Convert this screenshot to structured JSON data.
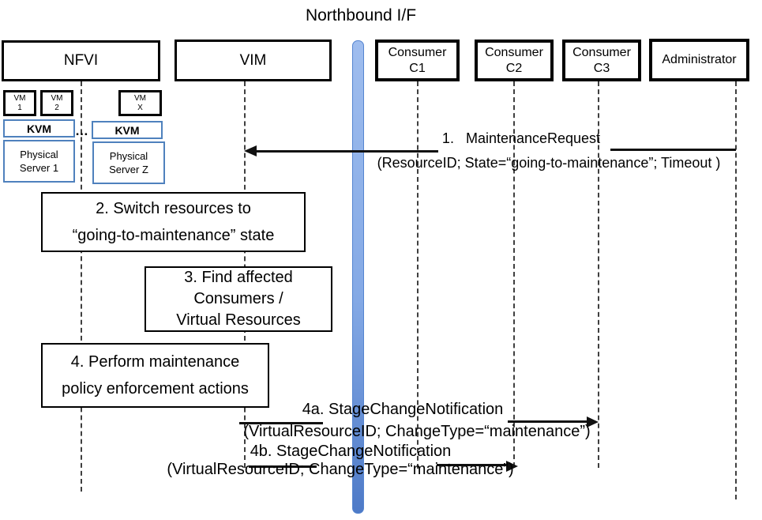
{
  "title": "Northbound I/F",
  "actors": [
    {
      "label": "NFVI"
    },
    {
      "label": "VIM"
    },
    {
      "label": "Consumer",
      "sub": "C1"
    },
    {
      "label": "Consumer",
      "sub": "C2"
    },
    {
      "label": "Consumer",
      "sub": "C3"
    },
    {
      "label": "Administrator"
    }
  ],
  "nfvi_detail": {
    "vm1": [
      "VM",
      "1"
    ],
    "vm2": [
      "VM",
      "2"
    ],
    "vmx": [
      "VM",
      "X"
    ],
    "kvm1": "KVM",
    "kvm2": "KVM",
    "server1": [
      "Physical",
      "Server 1"
    ],
    "serverz": [
      "Physical",
      "Server Z"
    ],
    "ellipsis": "…"
  },
  "messages": {
    "m1": {
      "line1": "1.   MaintenanceRequest",
      "line2": "(ResourceID; State=“going-to-maintenance”; Timeout )"
    },
    "m4a": {
      "line1": "4a. StageChangeNotification",
      "line2": "(VirtualResourceID; ChangeType=“maintenance”)"
    },
    "m4b": {
      "line1": "4b. StageChangeNotification",
      "line2": "(VirtualResourceID; ChangeType=“maintenance”)"
    }
  },
  "steps": {
    "s2": [
      "2. Switch resources to",
      "“going-to-maintenance” state"
    ],
    "s3": [
      "3. Find affected",
      "Consumers /",
      "Virtual Resources"
    ],
    "s4": [
      "4. Perform maintenance",
      "policy enforcement actions"
    ]
  },
  "colors": {
    "box-border": "#000000",
    "blue-border": "#4f81bd",
    "bar-top": "#9fbdee",
    "bar-mid": "#84a9e5",
    "bar-bottom": "#4e7ac7",
    "bar-border": "#5585d0",
    "lifeline": "#3f3f3f",
    "arrow": "#111111"
  }
}
